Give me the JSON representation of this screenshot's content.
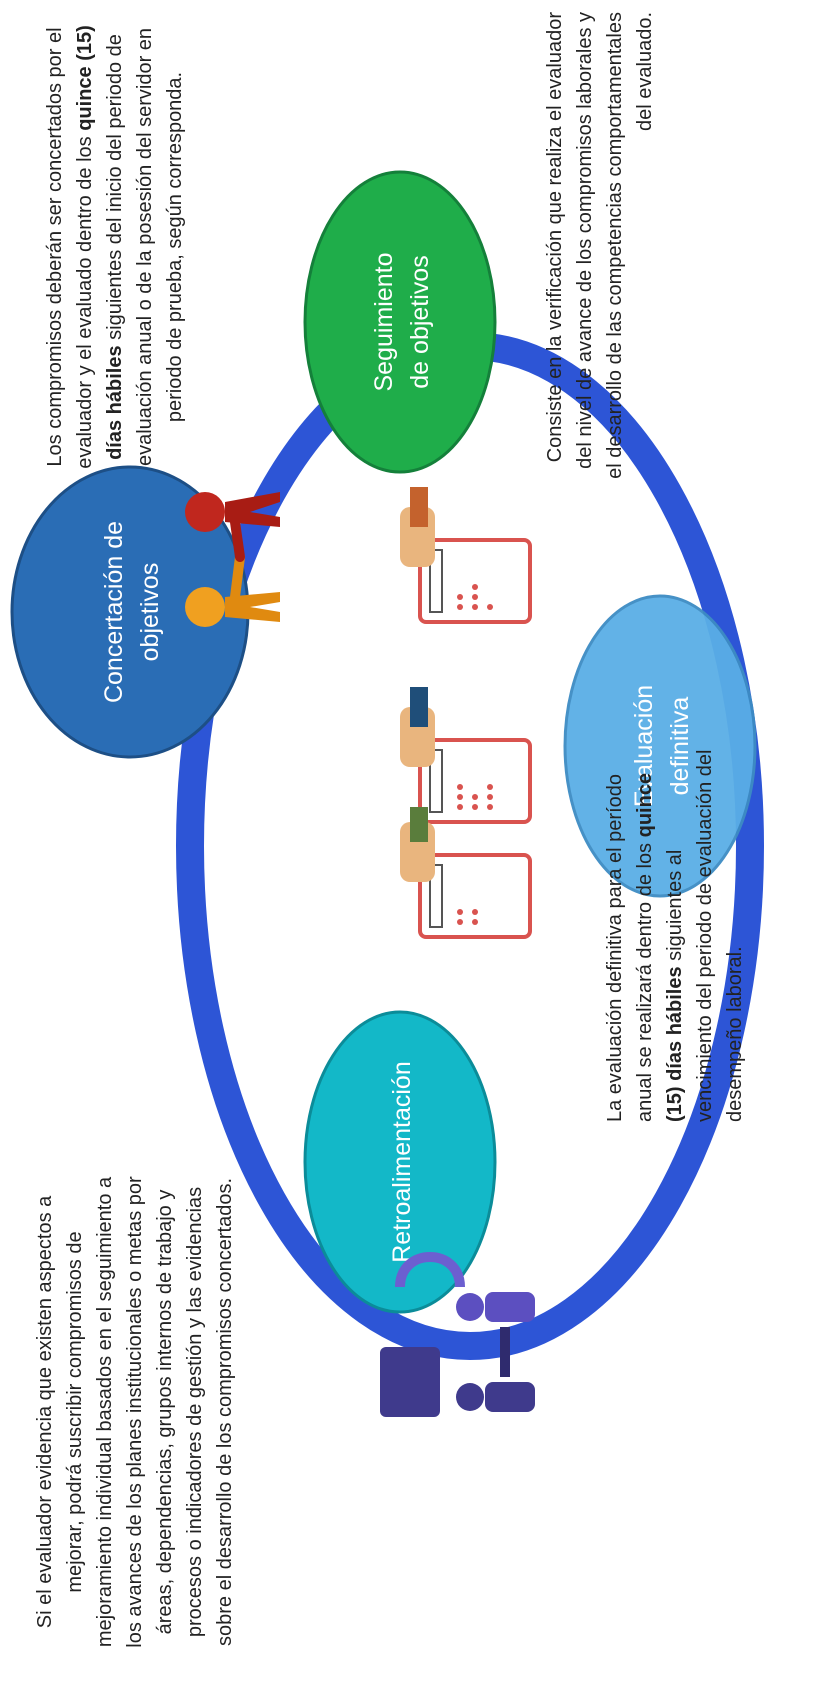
{
  "diagram": {
    "nodes": {
      "concertacion": {
        "label_line1": "Concertación de",
        "label_line2": "objetivos",
        "color": "#2a6db5"
      },
      "seguimiento": {
        "label_line1": "Seguimiento",
        "label_line2": "de objetivos",
        "color": "#1fad4a"
      },
      "evaluacion": {
        "label_line1": "Evaluación",
        "label_line2": "definitiva",
        "color": "#5aaee6"
      },
      "retroalimentacion": {
        "label_line1": "Retroalimentación",
        "label_line2": "",
        "color": "#13b8c8"
      }
    },
    "ring_color": "#2d55d6",
    "descriptions": {
      "concertacion": {
        "part1": "Los compromisos deberán ser concertados por el evaluador y el evaluado dentro de los ",
        "bold1": "quince (15) días hábiles",
        "part2": " siguientes del inicio del periodo de evaluación anual o de la posesión del servidor en periodo de prueba, según corresponda."
      },
      "seguimiento": {
        "text": "Consiste en la verificación que realiza el evaluador del nivel de avance de los compromisos laborales y el desarrollo de las competencias comportamentales del evaluado."
      },
      "evaluacion": {
        "part1": "La evaluación definitiva para el período anual se realizará dentro de los ",
        "bold1": "quince (15) días hábiles",
        "part2": " siguientes al vencimiento del periodo de evaluación del desempeño laboral."
      },
      "retroalimentacion": {
        "text": "Si el evaluador evidencia que existen aspectos a mejorar, podrá suscribir compromisos de mejoramiento individual basados en el seguimiento a los avances de los planes institucionales o metas por áreas, dependencias, grupos internos de trabajo y procesos o indicadores de gestión y las evidencias sobre el desarrollo de los compromisos concertados."
      }
    },
    "icons": [
      "handshake-figures-icon",
      "clipboard-evaluation-icon",
      "meeting-people-icon"
    ]
  }
}
